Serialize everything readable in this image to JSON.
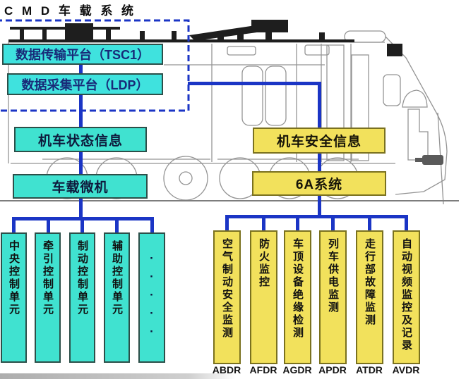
{
  "title": "C M D 车 载 系 统",
  "colors": {
    "teal_fill": "#40e2d0",
    "yellow_fill": "#f2e15c",
    "connector_blue": "#1b35c5",
    "dashed_border_blue": "#1b35c5"
  },
  "platform_group": {
    "transmission_label": "数据传输平台（TSC1）",
    "collection_label": "数据采集平台（LDP）"
  },
  "left_chain": {
    "status_label": "机车状态信息",
    "computer_label": "车载微机",
    "units": [
      {
        "label": "中央控制单元"
      },
      {
        "label": "牵引控制单元"
      },
      {
        "label": "制动控制单元"
      },
      {
        "label": "辅助控制单元"
      }
    ],
    "units_ellipsis": "·····"
  },
  "right_chain": {
    "safety_label": "机车安全信息",
    "system_label": "6A系统",
    "subsystems": [
      {
        "label": "空气制动安全监测",
        "code": "ABDR"
      },
      {
        "label": "防火监控",
        "code": "AFDR"
      },
      {
        "label": "车顶设备绝缘检测",
        "code": "AGDR"
      },
      {
        "label": "列车供电监测",
        "code": "APDR"
      },
      {
        "label": "走行部故障监测",
        "code": "ATDR"
      },
      {
        "label": "自动视频监控及记录",
        "code": "AVDR"
      }
    ]
  }
}
